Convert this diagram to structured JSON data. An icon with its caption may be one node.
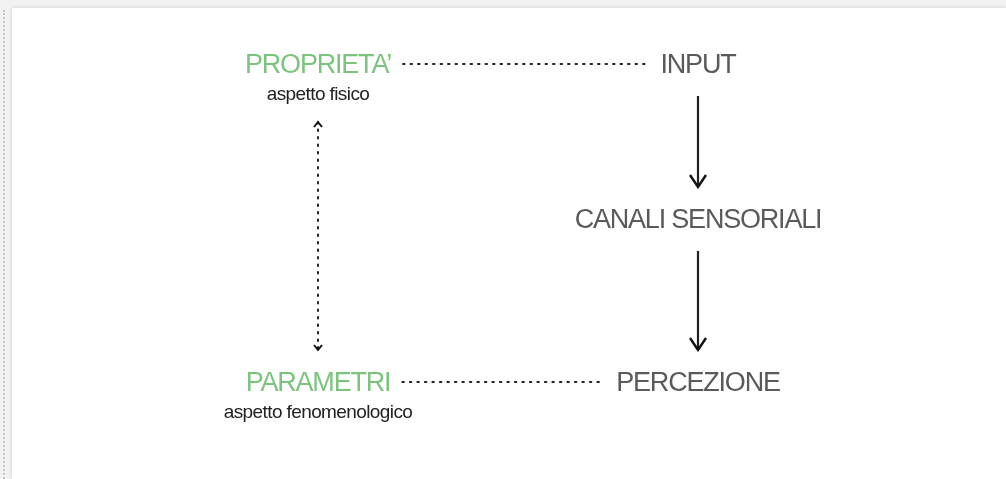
{
  "diagram": {
    "nodes": [
      {
        "text": [
          "PROPRIETA’",
          "aspetto fisico"
        ]
      },
      {
        "text": [
          "INPUT"
        ]
      },
      {
        "text": [
          "CANALI SENSORIALI"
        ]
      },
      {
        "text": [
          "PARAMETRI",
          "aspetto fenomenologico"
        ]
      },
      {
        "text": [
          "PERCEZIONE"
        ]
      }
    ],
    "edges": [
      {
        "from": 0,
        "to": 1,
        "arrow": "none",
        "style": "dashed"
      },
      {
        "from": 1,
        "to": 2,
        "arrow": "to"
      },
      {
        "from": 2,
        "to": 4,
        "arrow": "to"
      },
      {
        "from": 0,
        "to": 3,
        "arrow": "both",
        "style": "dashed"
      },
      {
        "from": 3,
        "to": 4,
        "arrow": "none",
        "style": "dashed"
      }
    ]
  }
}
